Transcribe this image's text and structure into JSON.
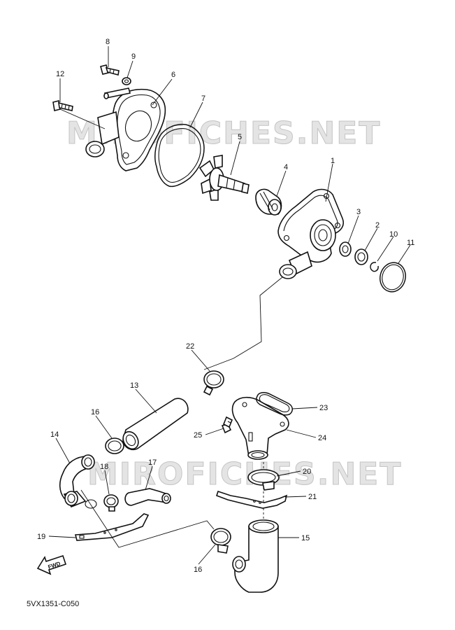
{
  "watermark_text": "MIROFICHES.NET",
  "diagram_code": "5VX1351-C050",
  "fwd_label": "FWD",
  "part_labels": {
    "p1": "1",
    "p2": "2",
    "p3": "3",
    "p4": "4",
    "p5": "5",
    "p6": "6",
    "p7": "7",
    "p8": "8",
    "p9": "9",
    "p10": "10",
    "p11": "11",
    "p12": "12",
    "p13": "13",
    "p14": "14",
    "p15": "15",
    "p16a": "16",
    "p16b": "16",
    "p17": "17",
    "p18": "18",
    "p19": "19",
    "p20": "20",
    "p21": "21",
    "p22": "22",
    "p23": "23",
    "p24": "24",
    "p25": "25"
  }
}
